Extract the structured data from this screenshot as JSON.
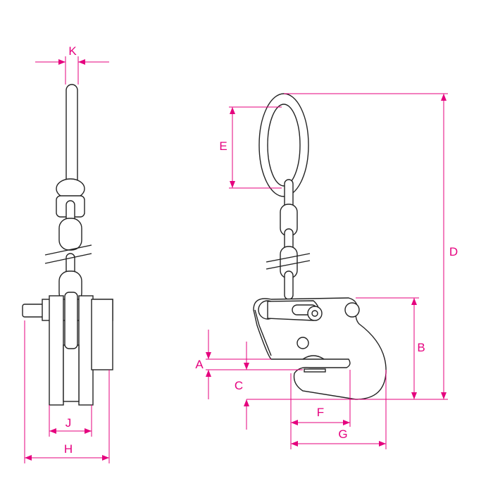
{
  "title": "Plate clamp with chain and master link – dimension drawing",
  "colors": {
    "dimension": "#e5007e",
    "outline": "#222222"
  },
  "dimensions": {
    "A": "A",
    "B": "B",
    "C": "C",
    "D": "D",
    "E": "E",
    "F": "F",
    "G": "G",
    "H": "H",
    "J": "J",
    "K": "K"
  }
}
